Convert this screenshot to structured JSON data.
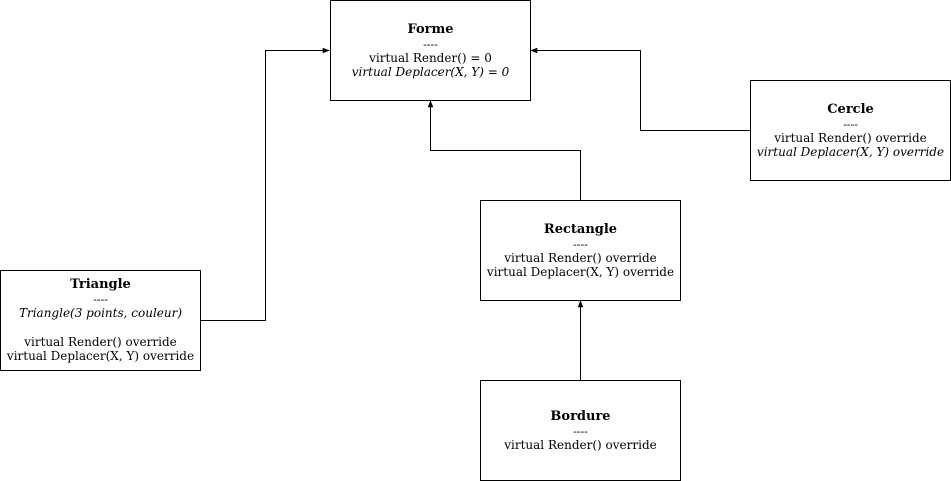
{
  "diagram": {
    "nodes": {
      "forme": {
        "name": "Forme",
        "separator": "----",
        "lines": [
          "virtual Render() = 0",
          "virtual Deplacer(X, Y) = 0"
        ]
      },
      "cercle": {
        "name": "Cercle",
        "separator": "----",
        "lines": [
          "virtual Render() override",
          "virtual Deplacer(X, Y) override"
        ]
      },
      "rectangle": {
        "name": "Rectangle",
        "separator": "----",
        "lines": [
          "virtual Render() override",
          "virtual Deplacer(X, Y) override"
        ]
      },
      "triangle": {
        "name": "Triangle",
        "separator": "----",
        "constructor": "Triangle(3 points, couleur)",
        "lines": [
          "virtual Render() override",
          "virtual Deplacer(X, Y) override"
        ]
      },
      "bordure": {
        "name": "Bordure",
        "separator": "----",
        "lines": [
          "virtual Render() override"
        ]
      }
    },
    "edges": [
      {
        "from": "Triangle",
        "to": "Forme"
      },
      {
        "from": "Rectangle",
        "to": "Forme"
      },
      {
        "from": "Cercle",
        "to": "Forme"
      },
      {
        "from": "Bordure",
        "to": "Rectangle"
      }
    ]
  }
}
